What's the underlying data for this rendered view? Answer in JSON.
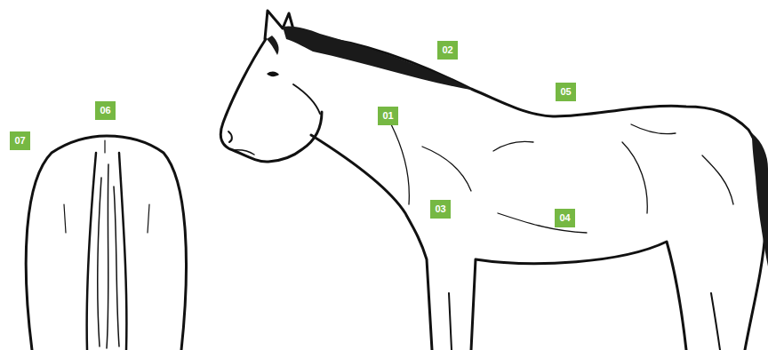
{
  "diagram": {
    "labels": [
      "01",
      "02",
      "03",
      "04",
      "05",
      "06",
      "07"
    ]
  }
}
